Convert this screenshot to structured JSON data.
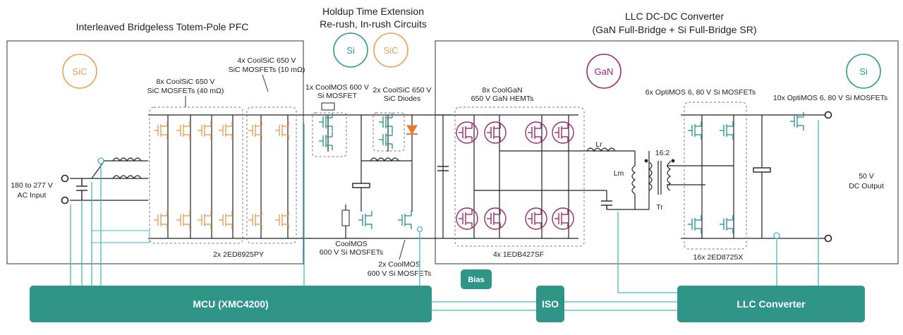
{
  "sections": {
    "pfc": {
      "title": "Interleaved Bridgeless Totem-Pole PFC",
      "badge": "SiC"
    },
    "holdup": {
      "title_line1": "Holdup Time Extension",
      "title_line2": "Re-rush, In-rush Circuits",
      "badge_left": "Si",
      "badge_right": "SiC"
    },
    "llc": {
      "title_line1": "LLC DC-DC Converter",
      "title_line2": "(GaN Full-Bridge + Si Full-Bridge SR)",
      "badge_left": "GaN",
      "badge_right": "Si"
    }
  },
  "labels": {
    "ac_input_1": "180 to 277 V",
    "ac_input_2": "AC Input",
    "sic_mosfets_40_1": "8x CoolSiC 650 V",
    "sic_mosfets_40_2": "SiC MOSFETs (40 mΩ)",
    "sic_mosfets_10_1": "4x CoolSiC 650 V",
    "sic_mosfets_10_2": "SiC MOSFETs (10 mΩ)",
    "pfc_driver": "2x 2ED8925PY",
    "coolmos_single_1": "1x CoolMOS 600 V",
    "coolmos_single_2": "Si MOSFET",
    "sic_diode_1": "2x CoolSiC 650 V",
    "sic_diode_2": "SiC Diodes",
    "coolmos_pair_1": "CoolMOS",
    "coolmos_pair_2": "600 V Si MOSFETs",
    "coolmos_2x_1": "2x CoolMOS",
    "coolmos_2x_2": "600 V Si MOSFETs",
    "gan_hemts_1": "8x CoolGaN",
    "gan_hemts_2": "650 V GaN HEMTs",
    "gan_driver": "4x 1EDB427SF",
    "optimos_sr": "6x OptiMOS 6, 80 V Si MOSFETs",
    "optimos_out": "10x OptiMOS 6, 80 V Si MOSFETs",
    "sr_driver": "16x 2ED8725X",
    "lr": "Lr",
    "lm": "Lm",
    "tr": "Tr",
    "ratio": "16:2",
    "dc_output_1": "50 V",
    "dc_output_2": "DC Output"
  },
  "blocks": {
    "mcu": "MCU (XMC4200)",
    "iso": "ISO",
    "llc_converter": "LLC Converter",
    "bias": "Bias"
  },
  "colors": {
    "sic": "#e8a05a",
    "gan": "#a0286e",
    "si": "#2a9a90",
    "teal_block": "#2e9587",
    "wire": "#222222",
    "aux": "#4bb4c8"
  }
}
